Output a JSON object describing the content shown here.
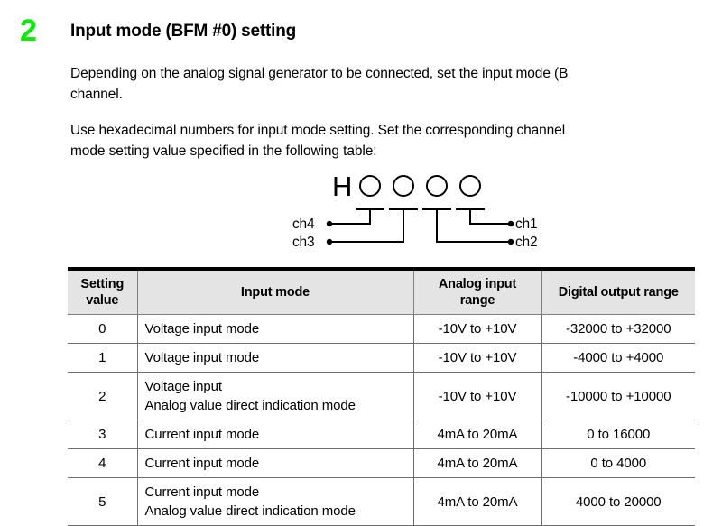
{
  "section": {
    "number": "2",
    "title": "Input mode (BFM #0) setting",
    "number_color": "#00ee00"
  },
  "paragraphs": [
    "Depending on the analog signal generator to be connected, set the input mode (B\nchannel.",
    "Use hexadecimal numbers for input mode setting. Set the corresponding channel\nmode setting value specified in the following table:"
  ],
  "diagram": {
    "prefix": "H",
    "digit_count": 4,
    "channel_labels": {
      "ch4": "ch4",
      "ch3": "ch3",
      "ch2": "ch2",
      "ch1": "ch1"
    }
  },
  "table": {
    "headers": [
      "Setting\nvalue",
      "Input mode",
      "Analog input\nrange",
      "Digital output range"
    ],
    "rows": [
      {
        "setting": "0",
        "mode": [
          "Voltage input mode"
        ],
        "analog": "-10V to +10V",
        "digital": "-32000 to +32000"
      },
      {
        "setting": "1",
        "mode": [
          "Voltage input mode"
        ],
        "analog": "-10V to +10V",
        "digital": "-4000 to +4000"
      },
      {
        "setting": "2",
        "mode": [
          "Voltage input",
          "Analog value direct indication mode"
        ],
        "analog": "-10V to +10V",
        "digital": "-10000 to +10000"
      },
      {
        "setting": "3",
        "mode": [
          "Current input mode"
        ],
        "analog": "4mA to 20mA",
        "digital": "0 to 16000"
      },
      {
        "setting": "4",
        "mode": [
          "Current input mode"
        ],
        "analog": "4mA to 20mA",
        "digital": "0 to 4000"
      },
      {
        "setting": "5",
        "mode": [
          "Current input mode",
          "Analog value direct indication mode"
        ],
        "analog": "4mA to 20mA",
        "digital": "4000 to 20000"
      }
    ]
  }
}
